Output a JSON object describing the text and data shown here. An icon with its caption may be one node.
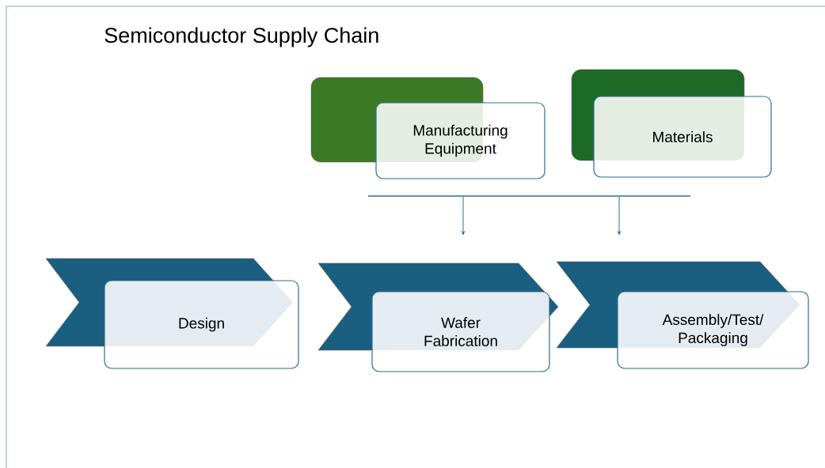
{
  "diagram": {
    "title": "Semiconductor Supply Chain",
    "nodes": [
      {
        "text": [
          "Manufacturing Equipment"
        ]
      },
      {
        "text": [
          "Materials"
        ]
      },
      {
        "text": [],
        "shape": "bar"
      },
      {
        "text": [
          "Design"
        ]
      },
      {
        "text": [
          "Wafer Fabrication"
        ]
      },
      {
        "text": [
          "Assembly/Test/ Packaging"
        ]
      }
    ],
    "edges": [
      {
        "from": 2,
        "to": 4,
        "arrow": "to"
      },
      {
        "from": 2,
        "to": 5,
        "arrow": "to"
      }
    ]
  }
}
